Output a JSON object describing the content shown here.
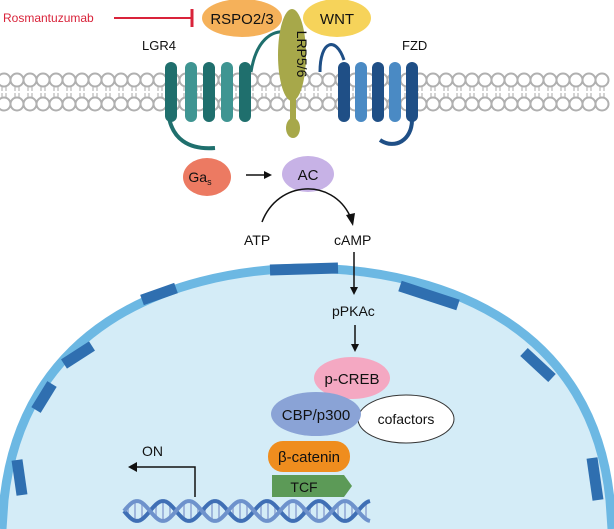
{
  "labels": {
    "drug": "Rosmantuzumab",
    "rspo": "RSPO2/3",
    "wnt": "WNT",
    "lrp": "LRP5/6",
    "lgr4": "LGR4",
    "fzd": "FZD",
    "gas_main": "Ga",
    "gas_sub": "s",
    "ac": "AC",
    "atp": "ATP",
    "camp": "cAMP",
    "ppkac": "pPKAc",
    "pcreb": "p-CREB",
    "cbp": "CBP/p300",
    "cofactors": "cofactors",
    "bcatenin": "β-catenin",
    "tcf": "TCF",
    "on": "ON"
  },
  "colors": {
    "inhibitor": "#d9233a",
    "rspo": "#f5b15a",
    "wnt": "#f6d35a",
    "lrp": "#a7a84a",
    "lgr4_dark": "#1f6f6d",
    "lgr4_light": "#4aa3a0",
    "fzd_dark": "#1f4f86",
    "fzd_light": "#4a8ac4",
    "gas": "#ec7a62",
    "ac": "#c7b2e6",
    "nucleus_fill": "#d4ecf7",
    "nucleus_rim": "#6cb8e3",
    "nuclear_pore": "#2f6fb0",
    "pcreb": "#f4a8c2",
    "cbp": "#8aa3d6",
    "bcatenin": "#ef8d1e",
    "tcf": "#5c9a57",
    "dna": "#3f6fb5"
  }
}
